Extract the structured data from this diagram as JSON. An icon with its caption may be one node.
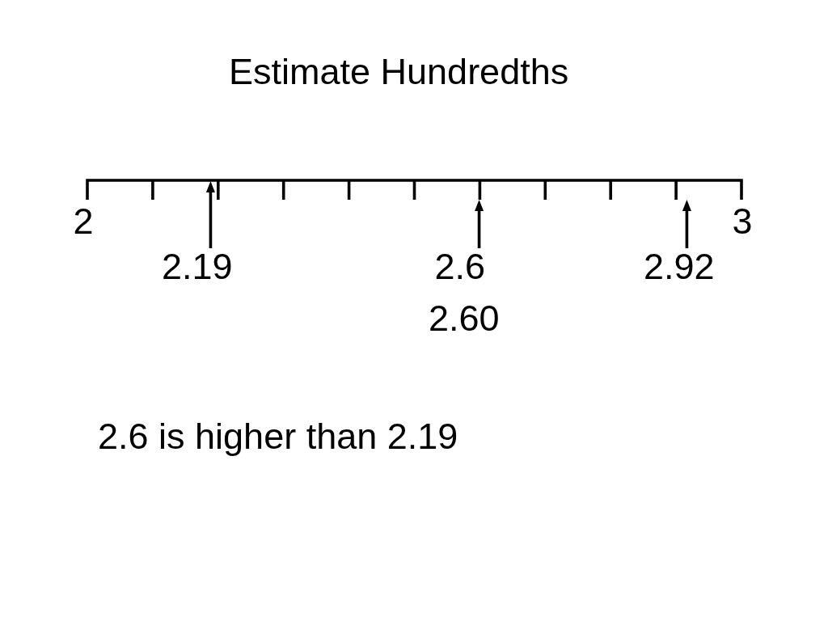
{
  "diagram": {
    "title": "Estimate Hundredths",
    "nodes": [
      {
        "text": [
          "2.19"
        ]
      },
      {
        "text": [
          "2.6"
        ],
        "beside": [
          "2.60"
        ]
      },
      {
        "text": [
          "2.92"
        ]
      }
    ],
    "edges": [
      {
        "from": 0,
        "to": null,
        "arrow": "to"
      },
      {
        "from": 1,
        "to": null,
        "arrow": "to"
      },
      {
        "from": 2,
        "to": null,
        "arrow": "to"
      }
    ],
    "labels": [
      "2",
      "3",
      "2.6 is higher than 2.19"
    ]
  }
}
